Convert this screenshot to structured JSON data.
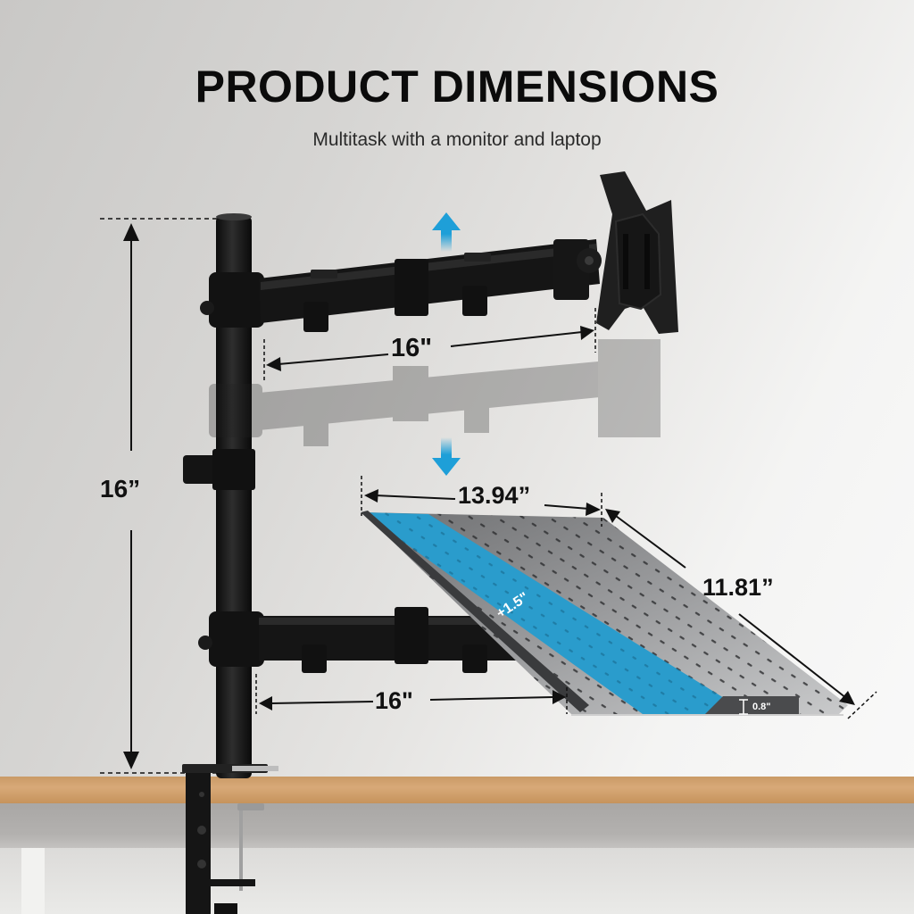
{
  "header": {
    "title": "PRODUCT DIMENSIONS",
    "subtitle": "Multitask with a monitor and laptop"
  },
  "dimensions": {
    "pole_height": "16”",
    "monitor_arm_length": "16\"",
    "laptop_arm_length": "16\"",
    "tray_width": "13.94”",
    "tray_depth": "11.81”",
    "tray_lip_height": "0.8\"",
    "tray_extension": "+1.5\""
  },
  "icons": {
    "up_arrow": "blue-up-arrow",
    "down_arrow": "blue-down-arrow"
  },
  "colors": {
    "accent_blue": "#1e9fd8",
    "tray_blue": "#2a9ccc",
    "tray_gray": "#8e8f91",
    "arm_black": "#1a1a1a",
    "desk_wood": "#d0a070",
    "text": "#0b0b0b"
  }
}
